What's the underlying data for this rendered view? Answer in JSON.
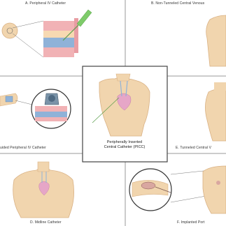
{
  "panels": {
    "a": "A. Peripheral IV Catheter",
    "b": "B. Non-Tunneled Central Venous",
    "c": "C. Ultrasound-Guided Peripheral IV Catheter",
    "c_visible": "uided Peripheral IV Catheter",
    "center_line1": "Peripherally Inserted",
    "center_line2": "Central Catheter (PICC)",
    "d": "D. Midline Catheter",
    "e": "E. Tunneled Central V",
    "f": "F. Implanted Port"
  },
  "colors": {
    "skin": "#f1d5ae",
    "skin_dark": "#d9b184",
    "tissue_pink": "#f1b2b5",
    "vein_blue": "#8fb2d8",
    "catheter_green": "#7ecb6a",
    "divider": "#9a9a9a",
    "heart": "#e6a6c7"
  }
}
